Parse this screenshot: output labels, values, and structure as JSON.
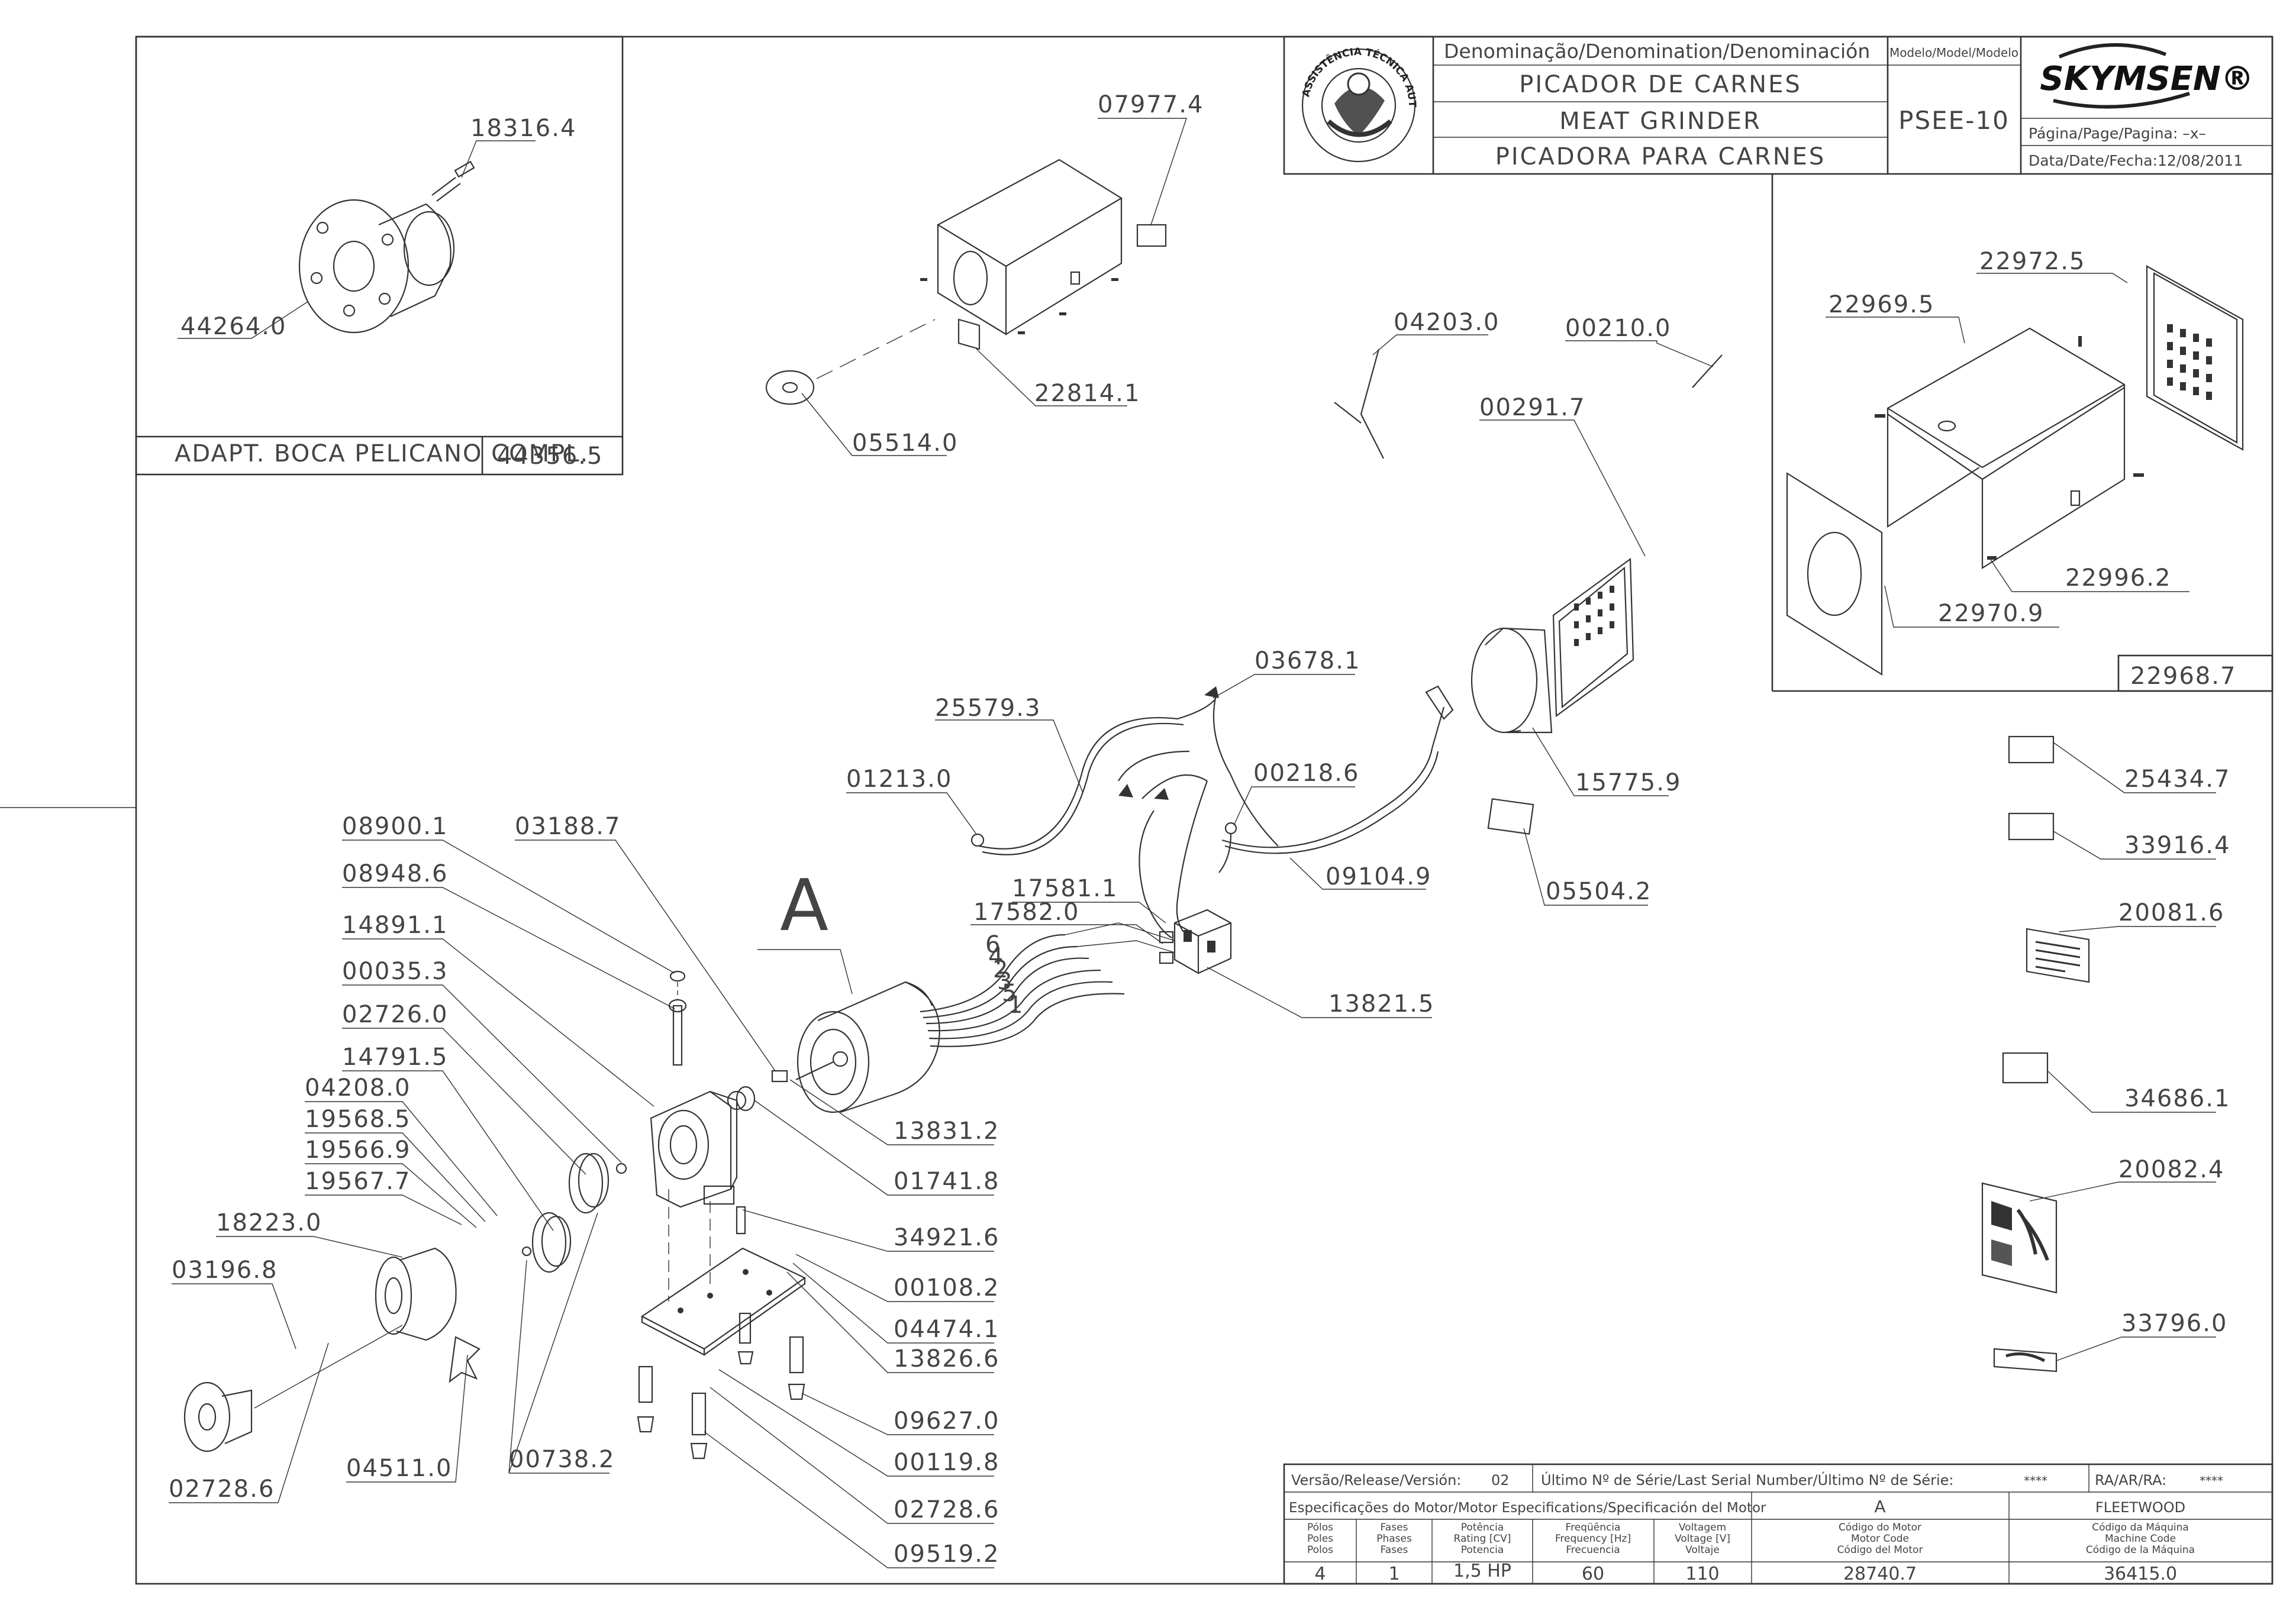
{
  "title_block": {
    "denomination_header": "Denominação/Denomination/Denominación",
    "name_pt": "PICADOR DE CARNES",
    "name_en": "MEAT GRINDER",
    "name_es": "PICADORA PARA CARNES",
    "model_header": "Modelo/Model/Modelo",
    "model": "PSEE-10",
    "brand": "SKYMSEN®",
    "page_label": "Página/Page/Pagina: –x–",
    "date_label": "Data/Date/Fecha:12/08/2011",
    "seal_text": "ASSISTÊNCIA TÉCNICA AUTORIZADA"
  },
  "inset": {
    "caption": "ADAPT. BOCA PELICANO COMPL.",
    "code": "44356.5",
    "parts": [
      "18316.4",
      "44264.0"
    ]
  },
  "housing_box": {
    "assembly_code": "22968.7"
  },
  "detail_letter": "A",
  "wire_numbers": [
    "6",
    "4",
    "2",
    "3",
    "5",
    "1"
  ],
  "part_labels": {
    "p07977_4": "07977.4",
    "p22814_1": "22814.1",
    "p05514_0": "05514.0",
    "p04203_0": "04203.0",
    "p00210_0": "00210.0",
    "p00291_7": "00291.7",
    "p22972_5": "22972.5",
    "p22969_5": "22969.5",
    "p22996_2": "22996.2",
    "p22970_9": "22970.9",
    "p03678_1": "03678.1",
    "p25579_3": "25579.3",
    "p01213_0": "01213.0",
    "p00218_6": "00218.6",
    "p15775_9": "15775.9",
    "p25434_7": "25434.7",
    "p33916_4": "33916.4",
    "p20081_6": "20081.6",
    "p09104_9": "09104.9",
    "p05504_2": "05504.2",
    "p17581_1": "17581.1",
    "p17582_0": "17582.0",
    "p13821_5": "13821.5",
    "p08900_1": "08900.1",
    "p03188_7": "03188.7",
    "p08948_6": "08948.6",
    "p14891_1": "14891.1",
    "p00035_3": "00035.3",
    "p02726_0": "02726.0",
    "p14791_5": "14791.5",
    "p04208_0": "04208.0",
    "p19568_5": "19568.5",
    "p19566_9": "19566.9",
    "p19567_7": "19567.7",
    "p18223_0": "18223.0",
    "p03196_8": "03196.8",
    "p02728_6a": "02728.6",
    "p04511_0": "04511.0",
    "p00738_2": "00738.2",
    "p13831_2": "13831.2",
    "p01741_8": "01741.8",
    "p34921_6": "34921.6",
    "p00108_2": "00108.2",
    "p04474_1": "04474.1",
    "p13826_6": "13826.6",
    "p09627_0": "09627.0",
    "p00119_8": "00119.8",
    "p02728_6b": "02728.6",
    "p09519_2": "09519.2",
    "p34686_1": "34686.1",
    "p20082_4": "20082.4",
    "p33796_0": "33796.0"
  },
  "spec_table": {
    "version_label": "Versão/Release/Versión:",
    "version_value": "02",
    "serial_label": "Último Nº de Série/Last Serial Number/Último Nº de Série:",
    "serial_value": "****",
    "ra_label": "RA/AR/RA:",
    "ra_value": "****",
    "motor_spec_label": "Especificações do Motor/Motor Especifications/Specificación del Motor",
    "motor_letter": "A",
    "manufacturer": "FLEETWOOD",
    "columns": [
      [
        "Pólos",
        "Poles",
        "Polos"
      ],
      [
        "Fases",
        "Phases",
        "Fases"
      ],
      [
        "Potência",
        "Rating [CV]",
        "Potencia"
      ],
      [
        "Freqüência",
        "Frequency [Hz]",
        "Frecuencia"
      ],
      [
        "Voltagem",
        "Voltage [V]",
        "Voltaje"
      ],
      [
        "Código do Motor",
        "Motor Code",
        "Código del Motor"
      ],
      [
        "Código da Máquina",
        "Machine Code",
        "Código de la Máquina"
      ]
    ],
    "values": [
      "4",
      "1",
      "1,5 HP",
      "60",
      "110",
      "28740.7",
      "36415.0"
    ]
  }
}
